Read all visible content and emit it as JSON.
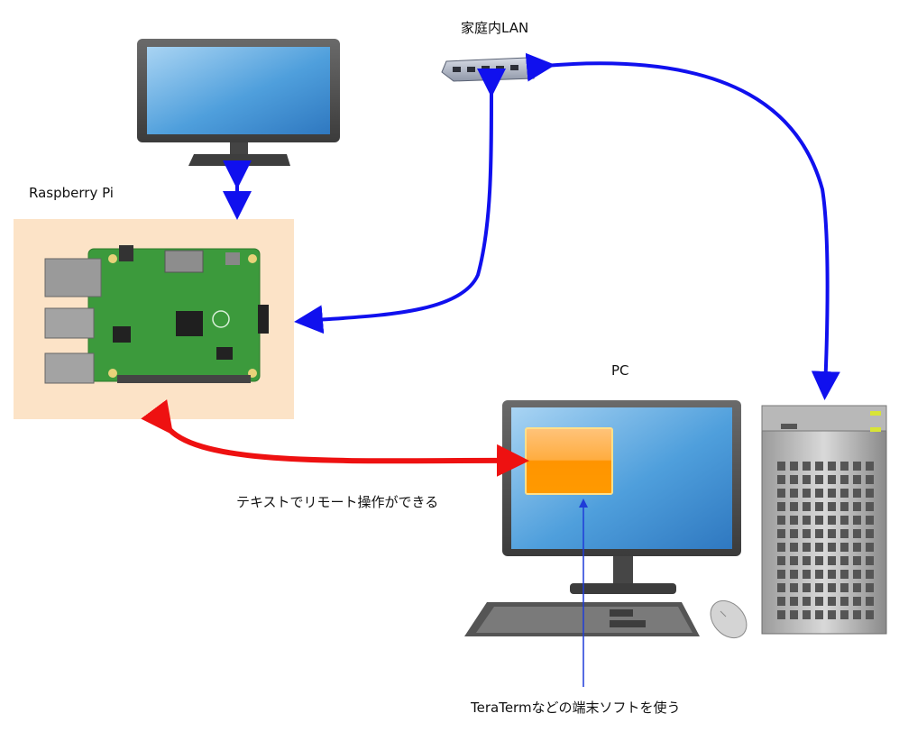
{
  "labels": {
    "lan": "家庭内LAN",
    "raspberry_pi": "Raspberry Pi",
    "pc": "PC",
    "remote_text": "テキストでリモート操作ができる",
    "teraterm_text": "TeraTermなどの端末ソフトを使う"
  },
  "colors": {
    "network_arrow": "#1010ee",
    "remote_arrow": "#ee1111",
    "annotation_line": "#1f3cd8",
    "monitor_screen": "#5aa8e0",
    "terminal_window": "#ff9a00",
    "board_background": "#fce3c7",
    "pcb": "#3c9a3c"
  },
  "icons": [
    "monitor-icon",
    "network-hub-icon",
    "raspberry-pi-board-icon",
    "pc-monitor-icon",
    "terminal-window-icon",
    "keyboard-icon",
    "mouse-icon",
    "tower-case-icon"
  ]
}
